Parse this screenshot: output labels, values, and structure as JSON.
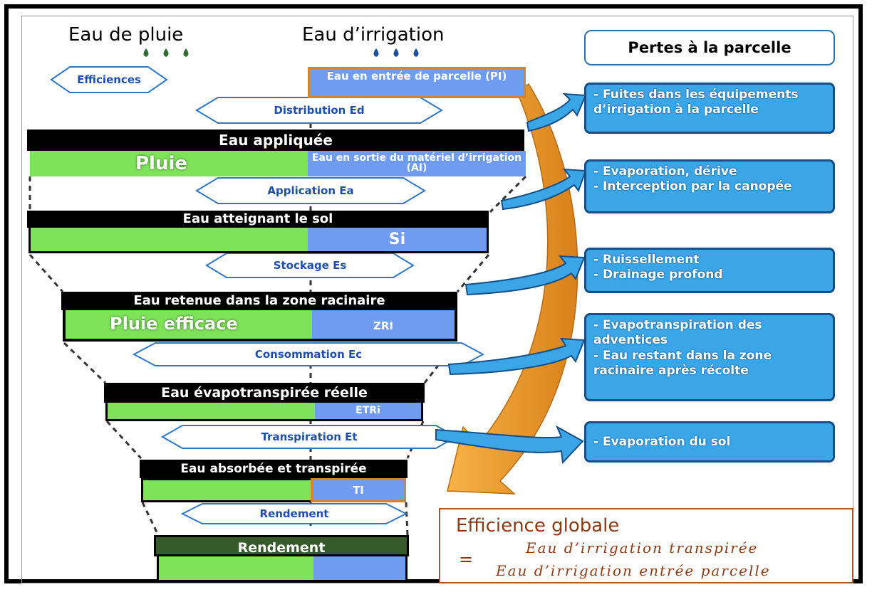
{
  "headers": {
    "rain": "Eau de pluie",
    "irrigation": "Eau d’irrigation",
    "losses": "Pertes à la parcelle"
  },
  "efficiencies": {
    "efficiences": "Efficiences",
    "distribution": "Distribution Ed",
    "application": "Application Ea",
    "stockage": "Stockage Es",
    "consommation": "Consommation Ec",
    "transpiration": "Transpiration Et",
    "rendement": "Rendement"
  },
  "entry_box": "Eau en entrée de parcelle (PI)",
  "levels": [
    {
      "title": "Eau appliquée",
      "green": "Pluie",
      "blue": "Eau en sortie du matériel d’irrigation (AI)"
    },
    {
      "title": "Eau atteignant  le sol",
      "green": "",
      "blue": "Si"
    },
    {
      "title": "Eau retenue dans la zone racinaire",
      "green": "Pluie efficace",
      "blue": "ZRI"
    },
    {
      "title": "Eau évapotranspirée réelle",
      "green": "",
      "blue": "ETRi"
    },
    {
      "title": "Eau absorbée et transpirée",
      "green": "",
      "blue": "TI"
    },
    {
      "title": "Rendement",
      "green": "",
      "blue": ""
    }
  ],
  "losses": [
    "- Fuites dans les équipements d’irrigation à la parcelle",
    "- Evaporation, dérive\n- Interception par la canopée",
    "- Ruissellement\n- Drainage profond",
    "- Evapotranspiration des adventices\n- Eau restant dans la zone racinaire après récolte",
    "- Evaporation du sol"
  ],
  "formula": {
    "title": "Efficience globale",
    "equals": "=",
    "numerator": "Eau d’irrigation transpirée",
    "denominator": "Eau d’irrigation entrée parcelle"
  },
  "colors": {
    "rain_green": "#7fe35a",
    "irrigation_blue": "#6f9cf0",
    "loss_box": "#3aa6e8",
    "arrow_orange": "#f0a030",
    "formula_text": "#8b3a14"
  }
}
